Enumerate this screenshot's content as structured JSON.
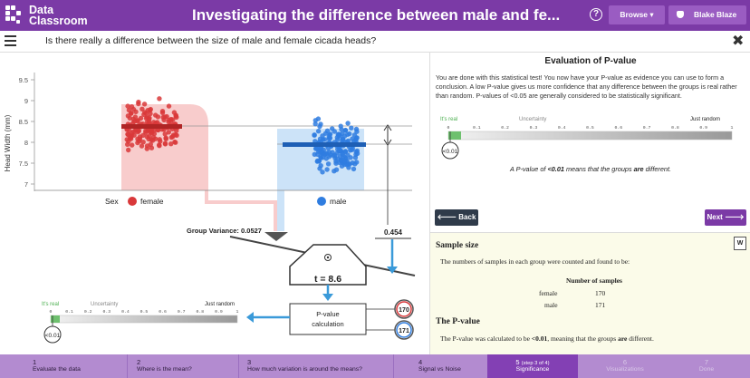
{
  "header": {
    "logo_line1": "Data",
    "logo_line2": "Classroom",
    "title": "Investigating the difference between male and fe...",
    "help_label": "?",
    "browse_label": "Browse",
    "user_name": "Blake Blaze"
  },
  "question": "Is there really a difference between the size of male and female cicada heads?",
  "plot": {
    "ylabel": "Head Width (mm)",
    "yticks": [
      "9.5",
      "9",
      "8.5",
      "8",
      "7.5",
      "7"
    ],
    "sex_label": "Sex",
    "groups": [
      {
        "name": "female",
        "color": "#d9383a",
        "mean": 8.4
      },
      {
        "name": "male",
        "color": "#2f7de0",
        "mean": 7.9
      }
    ],
    "colors": {
      "female_band": "#f7c6c6",
      "male_band": "#c6e0f7",
      "blue_accent": "#3a9ad9"
    }
  },
  "diagram": {
    "group_variance_label": "Group Variance: 0.0527",
    "diff_value": "0.454",
    "t_label": "t = 8.6",
    "pvalue_box": "P-value calculation",
    "count_female": "170",
    "count_male": "171",
    "scale_left": "It's real",
    "scale_mid": "Uncertainty",
    "scale_right": "Just random",
    "scale_ticks": [
      "0",
      "0.1",
      "0.2",
      "0.3",
      "0.4",
      "0.5",
      "0.6",
      "0.7",
      "0.8",
      "0.9",
      "1"
    ],
    "pvalue_marker": "<0.01"
  },
  "evaluation": {
    "title": "Evaluation of P-value",
    "text": "You are done with this statistical test! You now have your P-value as evidence you can use to form a conclusion. A low P-value gives us more confidence that any difference between the groups is real rather than random. P-values of <0.05 are generally considered to be statistically significant.",
    "scale_left": "It's real",
    "scale_mid": "Uncertainty",
    "scale_right": "Just random",
    "marker": "<0.01",
    "conclusion_pre": "A P-value of ",
    "conclusion_bold": "<0.01",
    "conclusion_mid": " means that the groups ",
    "conclusion_bold2": "are",
    "conclusion_post": " different.",
    "back_label": "Back",
    "next_label": "Next"
  },
  "summary": {
    "sample_heading": "Sample size",
    "sample_text": "The numbers of samples in each group were counted and found to be:",
    "table_header": "Number of samples",
    "rows": [
      {
        "label": "female",
        "value": "170"
      },
      {
        "label": "male",
        "value": "171"
      }
    ],
    "pvalue_heading": "The P-value",
    "pvalue_text_pre": "The P-value was calculated to be ",
    "pvalue_text_bold": "<0.01",
    "pvalue_text_mid": ", meaning that the groups ",
    "pvalue_text_bold2": "are",
    "pvalue_text_post": " different."
  },
  "steps": [
    {
      "num": "1",
      "label": "Evaluate the data"
    },
    {
      "num": "2",
      "label": "Where is the mean?"
    },
    {
      "num": "3",
      "label": "How much variation is around the means?"
    },
    {
      "num": "4",
      "label": "Signal vs Noise"
    },
    {
      "num": "5",
      "sub": "(step 3 of 4)",
      "label": "Significance"
    },
    {
      "num": "6",
      "label": "Visualizations"
    },
    {
      "num": "7",
      "label": "Done"
    }
  ]
}
